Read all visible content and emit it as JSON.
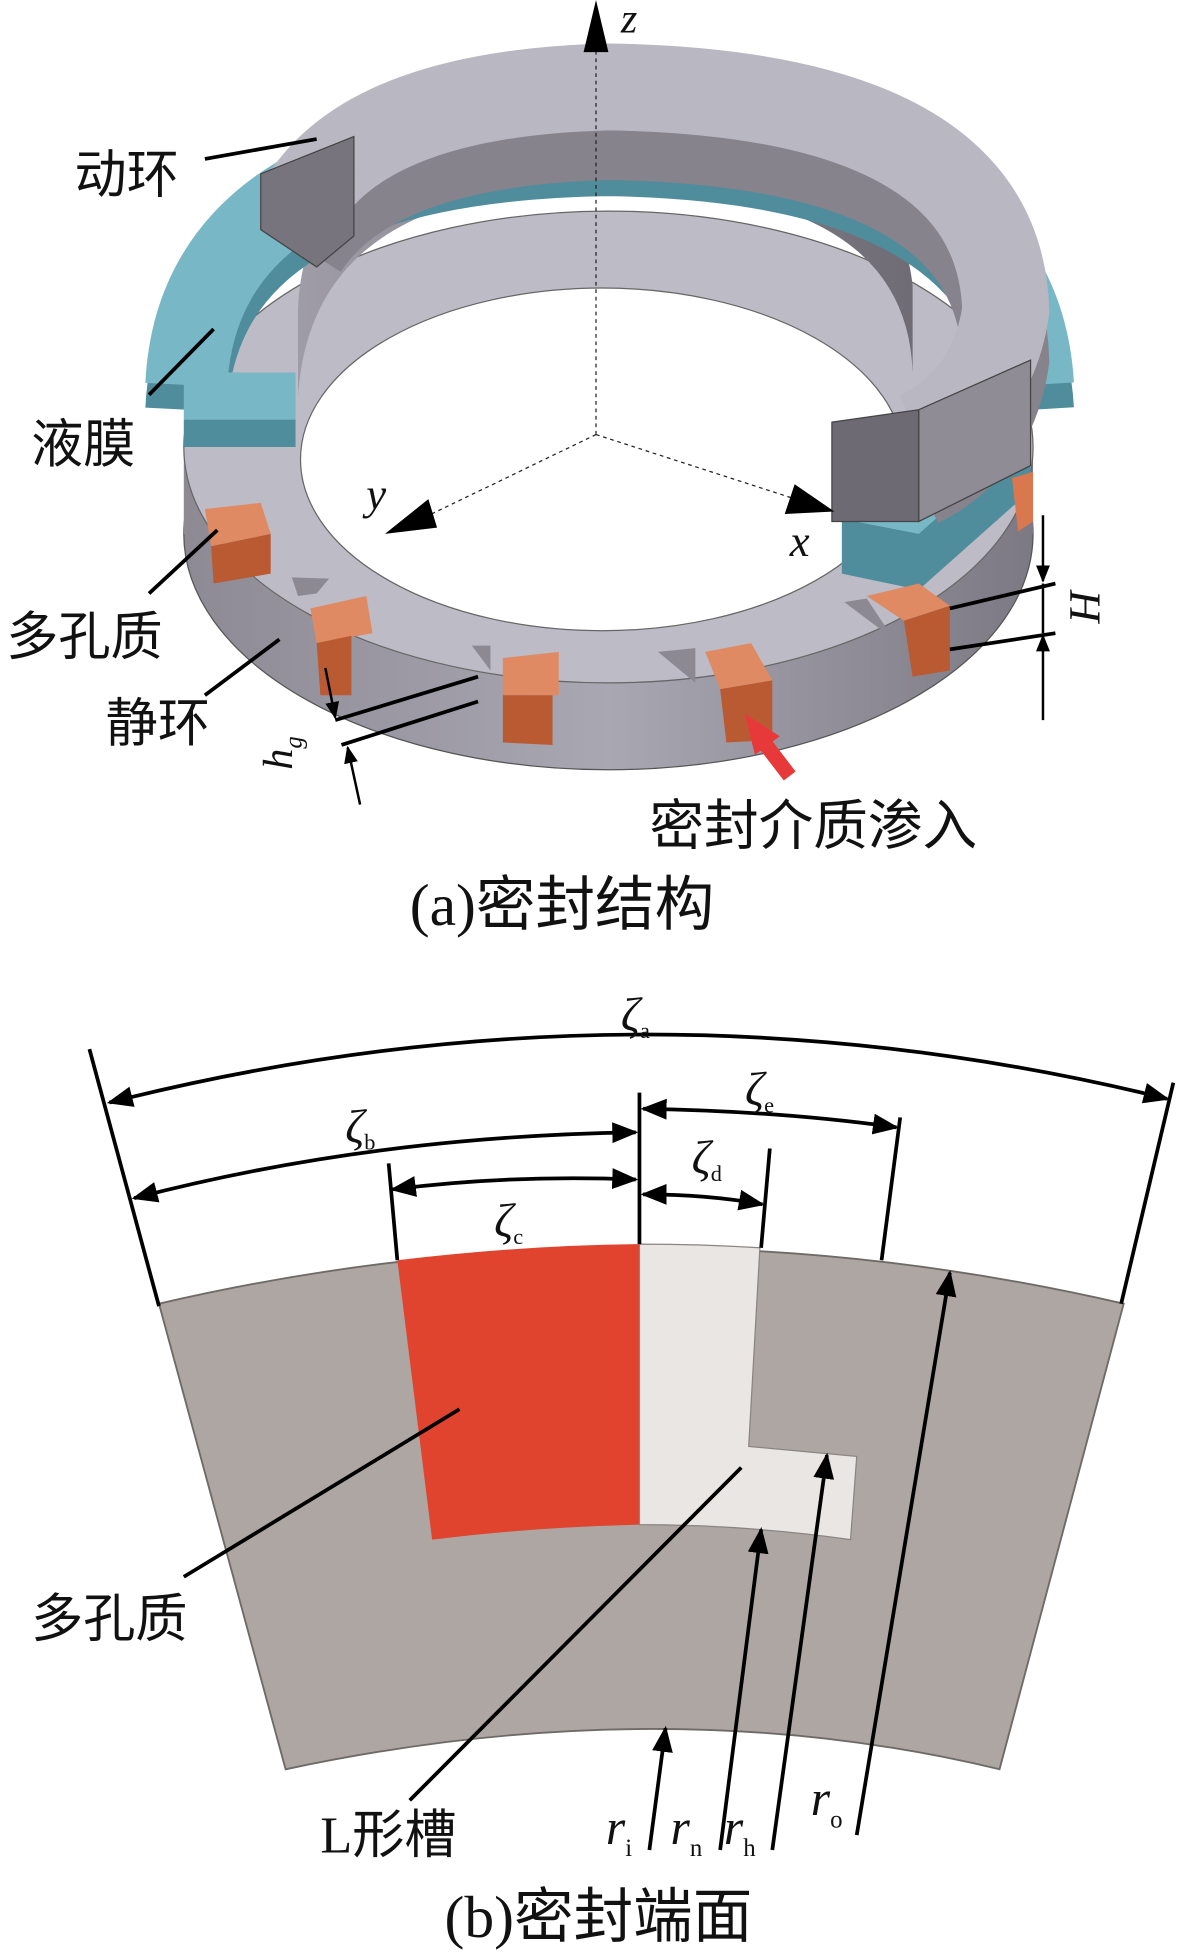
{
  "panel_a": {
    "caption": "(a)密封结构",
    "labels": {
      "rotating_ring": "动环",
      "liquid_film": "液膜",
      "porous": "多孔质",
      "static_ring": "静环",
      "medium_inflow": "密封介质渗入"
    },
    "axes": {
      "z": "z",
      "y": "y",
      "x": "x"
    },
    "dims": {
      "H": "H",
      "hg": "h",
      "hg_sub": "g"
    }
  },
  "panel_b": {
    "caption": "(b)密封端面",
    "labels": {
      "porous": "多孔质",
      "l_groove": "L形槽"
    },
    "zeta": {
      "sym": "ζ",
      "a": "a",
      "b": "b",
      "c": "c",
      "d": "d",
      "e": "e"
    },
    "radii": {
      "sym": "r",
      "i": "i",
      "n": "n",
      "h": "h",
      "o": "o"
    }
  },
  "colors": {
    "ring_gray": "#b9b7c1",
    "film": "#74b4c4",
    "porous_orange": "#d9774e",
    "porous_red": "#e0432e",
    "face_gray": "#aea6a2",
    "groove": "#e9e6e4",
    "arrow_red": "#e8393a"
  }
}
